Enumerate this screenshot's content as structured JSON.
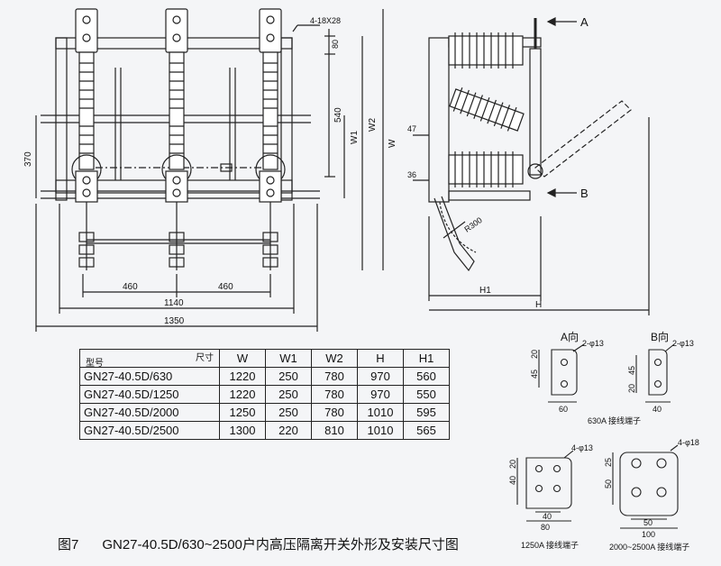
{
  "front_view": {
    "dim_labels": {
      "hole": "4-18X28",
      "d80": "80",
      "d540": "540",
      "w1": "W1",
      "w2": "W2",
      "w": "W",
      "d370": "370",
      "d460a": "460",
      "d460b": "460",
      "d1140": "1140",
      "d1350": "1350"
    }
  },
  "side_view": {
    "dim_labels": {
      "d47": "47",
      "d36": "36",
      "r300": "R300",
      "h1": "H1",
      "h": "H",
      "arrow_a": "A",
      "arrow_b": "B"
    }
  },
  "table": {
    "header": {
      "model": "型号",
      "size": "尺寸",
      "cols": [
        "W",
        "W1",
        "W2",
        "H",
        "H1"
      ]
    },
    "rows": [
      {
        "model": "GN27-40.5D/630",
        "values": [
          "1220",
          "250",
          "780",
          "970",
          "560"
        ]
      },
      {
        "model": "GN27-40.5D/1250",
        "values": [
          "1220",
          "250",
          "780",
          "970",
          "550"
        ]
      },
      {
        "model": "GN27-40.5D/2000",
        "values": [
          "1250",
          "250",
          "780",
          "1010",
          "595"
        ]
      },
      {
        "model": "GN27-40.5D/2500",
        "values": [
          "1300",
          "220",
          "810",
          "1010",
          "565"
        ]
      }
    ]
  },
  "terminals": {
    "view_a": "A向",
    "view_b": "B向",
    "t630": {
      "holes": "2-φ13",
      "d45": "45",
      "d20": "20",
      "width": "60",
      "caption": "630A 接线端子"
    },
    "tb": {
      "holes": "2-φ13",
      "d45": "45",
      "d20": "20",
      "width": "40"
    },
    "t1250": {
      "holes": "4-φ13",
      "d40": "40",
      "d20": "20",
      "d40b": "40",
      "width": "80",
      "caption": "1250A 接线端子"
    },
    "t2000": {
      "holes": "4-φ18",
      "d25": "25",
      "d50": "50",
      "d50b": "50",
      "width": "100",
      "caption": "2000~2500A 接线端子"
    }
  },
  "caption": {
    "fig": "图7",
    "text": "GN27-40.5D/630~2500户内高压隔离开关外形及安装尺寸图"
  }
}
